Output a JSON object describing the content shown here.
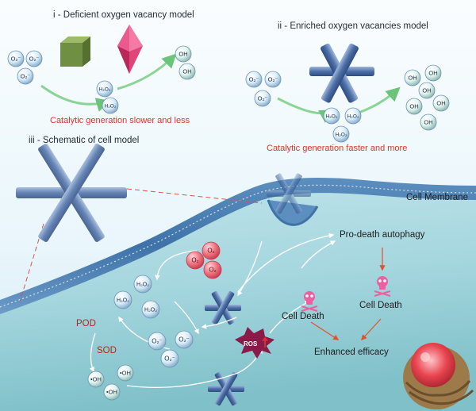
{
  "models": {
    "deficient": {
      "title": "i - Deficient oxygen vacancy  model",
      "caption": "Catalytic generation slower and less",
      "reactant_labels": [
        "O₂⁻",
        "O₂⁻",
        "O₂⁻"
      ],
      "intermediate_labels": [
        "H₂O₂",
        "H₂O₂"
      ],
      "product_labels": [
        "OH",
        "OH"
      ]
    },
    "enriched": {
      "title": "ii - Enriched oxygen vacancies  model",
      "caption": "Catalytic generation faster and more",
      "reactant_labels": [
        "O₂⁻",
        "O₂⁻",
        "O₂⁻"
      ],
      "intermediate_labels": [
        "H₂O₂",
        "H₂O₂",
        "H₂O₂"
      ],
      "product_labels": [
        "OH",
        "OH",
        "OH",
        "OH",
        "OH",
        "OH"
      ]
    }
  },
  "cell_model": {
    "title": "iii - Schematic of cell model",
    "membrane_label": "Cell Membrane",
    "pod_label": "POD",
    "sod_label": "SOD",
    "o2_labels": [
      "O₂",
      "O₂",
      "O₂"
    ],
    "h2o2_labels": [
      "H₂O₂",
      "H₂O₂",
      "H₂O₂"
    ],
    "superoxide_labels": [
      "O₂⁻",
      "O₂⁻",
      "O₂⁻"
    ],
    "hydroxyl_labels": [
      "•OH",
      "•OH",
      "•OH"
    ],
    "ros_label": "ROS",
    "autophagy_label": "Pro-death autophagy",
    "cell_death_left": "Cell Death",
    "cell_death_right": "Cell Death",
    "efficacy_label": "Enhanced efficacy"
  },
  "colors": {
    "caption_red": "#e8312a",
    "pod_sod_red": "#b3261e",
    "arrow_red": "#e2512b",
    "skull_pink": "#ec5fa0",
    "cube_green": "#7a9a4a",
    "octahedron_pink": "#e0457a",
    "o2_bubble_red": "#e6626f"
  }
}
